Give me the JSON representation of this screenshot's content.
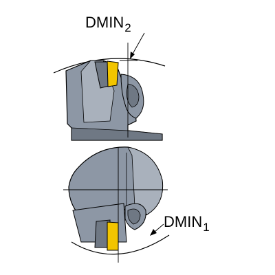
{
  "labels": {
    "dmin2": {
      "main": "DMIN",
      "sub": "2"
    },
    "dmin1": {
      "main": "DMIN",
      "sub": "1"
    }
  },
  "colors": {
    "body": "#8d97a5",
    "body_dark": "#6f7884",
    "body_light": "#a9b1bc",
    "insert": "#f2c500",
    "outline": "#000000",
    "background": "#ffffff"
  }
}
